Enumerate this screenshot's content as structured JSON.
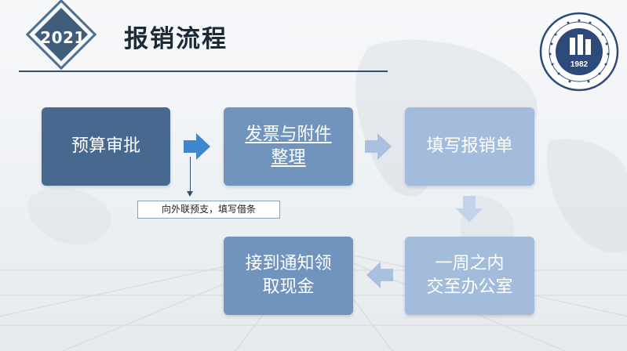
{
  "header": {
    "year": "2021",
    "title": "报销流程"
  },
  "logo": {
    "year": "1982"
  },
  "steps": [
    {
      "label": "预算审批"
    },
    {
      "line1": "发票与附件",
      "line2": "整理"
    },
    {
      "label": "填写报销单"
    },
    {
      "line1": "一周之内",
      "line2": "交至办公室"
    },
    {
      "line1": "接到通知领",
      "line2": "取现金"
    }
  ],
  "note": "向外联预支，填写借条",
  "colors": {
    "dark_step": "#47688f",
    "mid_step": "#7094bd",
    "light_step": "#a3bcdc",
    "header_navy": "#3f5d7b"
  }
}
